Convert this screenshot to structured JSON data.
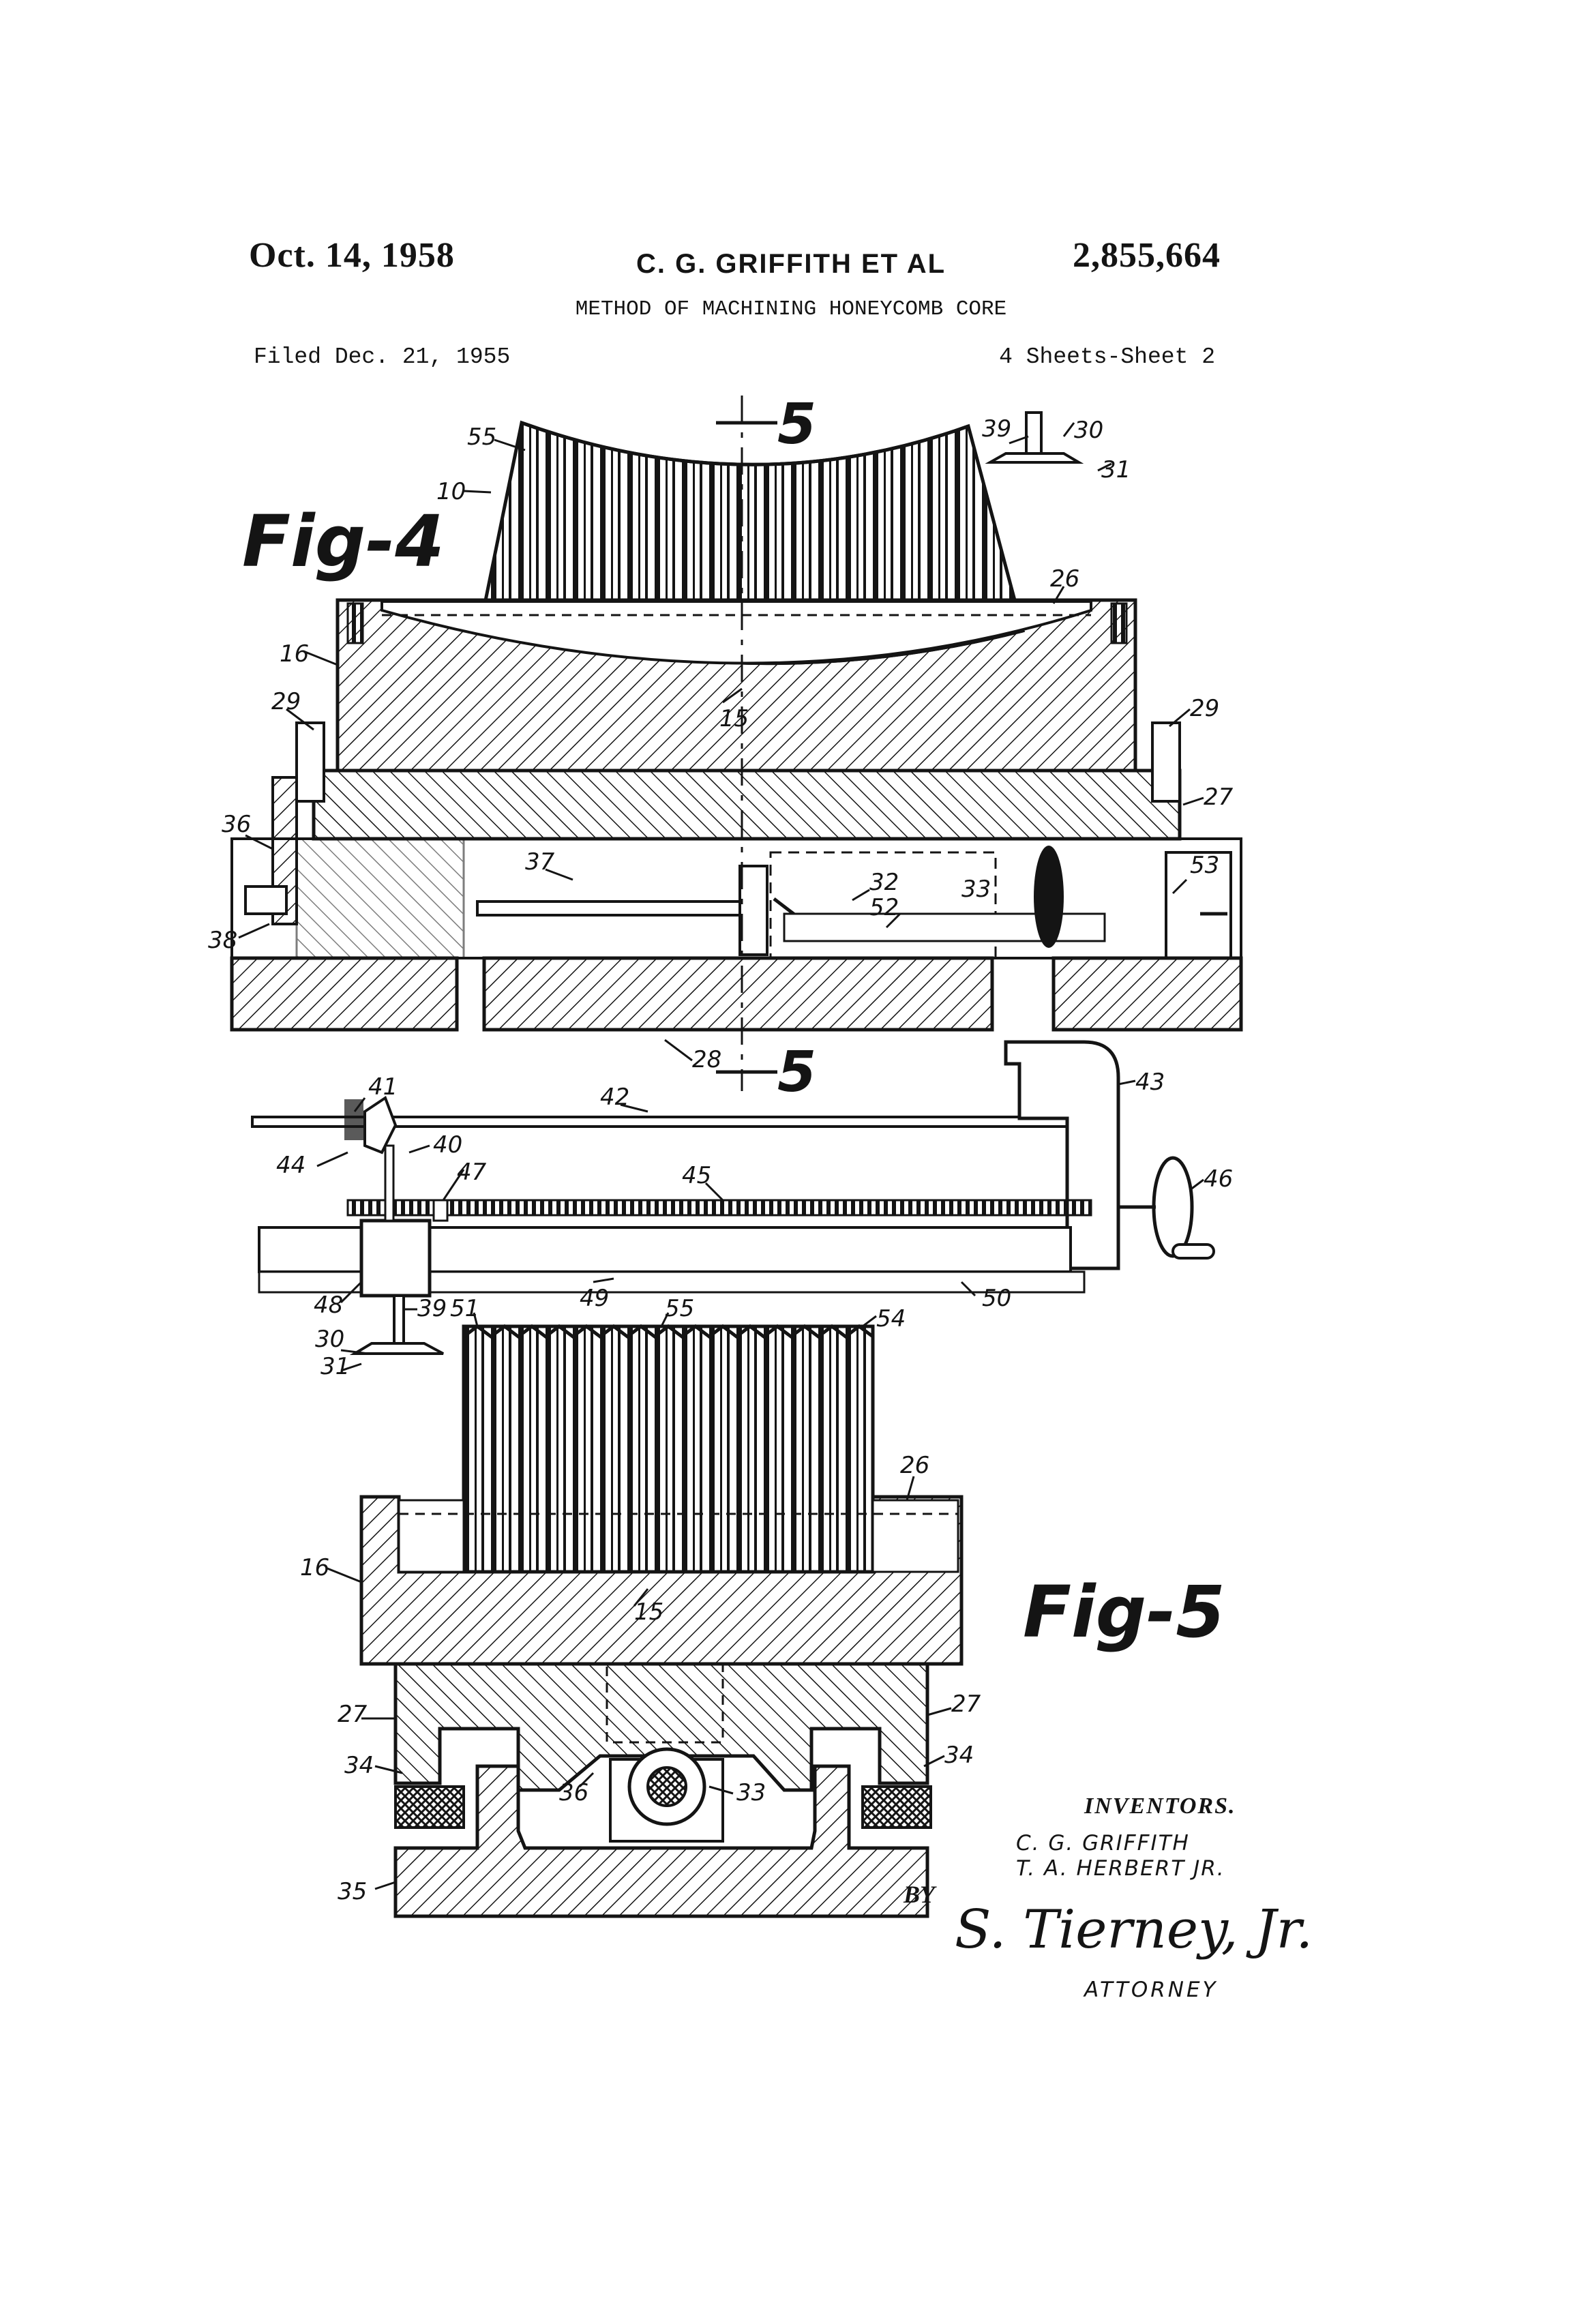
{
  "header": {
    "date": "Oct. 14, 1958",
    "inventors_short": "C. G. GRIFFITH  ET AL",
    "patent_number": "2,855,664",
    "title": "METHOD OF MACHINING HONEYCOMB CORE",
    "filed": "Filed Dec. 21, 1955",
    "sheets": "4 Sheets-Sheet 2"
  },
  "figures": {
    "fig4_label": "Fig-4",
    "fig5_label": "Fig-5",
    "section_marker": "5"
  },
  "reference_numerals": {
    "fig4": [
      "55",
      "10",
      "39",
      "30",
      "31",
      "26",
      "16",
      "29",
      "29",
      "15",
      "27",
      "36",
      "37",
      "32",
      "52",
      "33",
      "53",
      "38",
      "28",
      "41",
      "42",
      "43",
      "44",
      "40",
      "47",
      "45",
      "46",
      "48",
      "49",
      "50",
      "39",
      "30",
      "31"
    ],
    "fig5": [
      "51",
      "55",
      "54",
      "26",
      "16",
      "15",
      "27",
      "27",
      "34",
      "34",
      "36",
      "33",
      "35"
    ]
  },
  "inventors": {
    "heading": "INVENTORS.",
    "names": [
      "C. G. GRIFFITH",
      "T. A. HERBERT JR."
    ],
    "by": "BY",
    "signature": "S. Tierney, Jr.",
    "attorney_label": "ATTORNEY"
  }
}
